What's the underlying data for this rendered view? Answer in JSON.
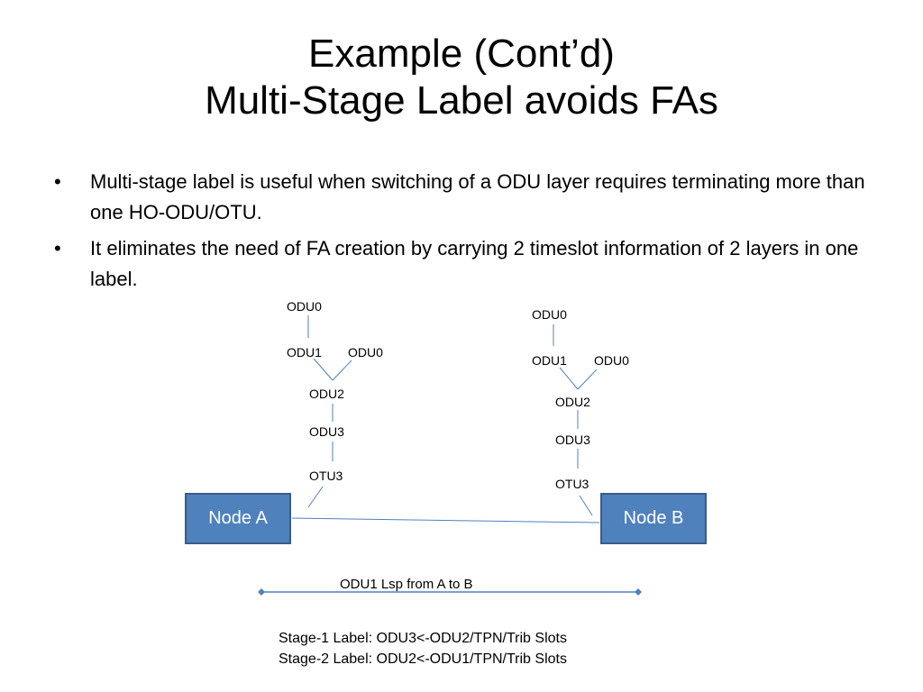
{
  "slide": {
    "title_line1": "Example (Cont’d)",
    "title_line2": "Multi-Stage Label avoids FAs",
    "bullets": [
      "Multi-stage label is useful when switching of a ODU layer requires terminating more than one HO-ODU/OTU.",
      "It eliminates the need of FA creation by carrying 2 timeslot information of 2 layers in one label."
    ],
    "bullet_char": "•"
  },
  "diagram": {
    "left_stack": [
      "ODU0",
      "ODU1",
      "ODU0",
      "ODU2",
      "ODU3",
      "OTU3"
    ],
    "right_stack": [
      "ODU0",
      "ODU1",
      "ODU0",
      "ODU2",
      "ODU3",
      "OTU3"
    ],
    "node_a": "Node A",
    "node_b": "Node B",
    "lsp_label": "ODU1 Lsp from A to B",
    "stage1": "Stage-1 Label: ODU3<-ODU2/TPN/Trib Slots",
    "stage2": "Stage-2 Label: ODU2<-ODU1/TPN/Trib Slots",
    "colors": {
      "node_fill": "#4f81bd",
      "node_border": "#385d8a",
      "line": "#4f81bd"
    }
  }
}
